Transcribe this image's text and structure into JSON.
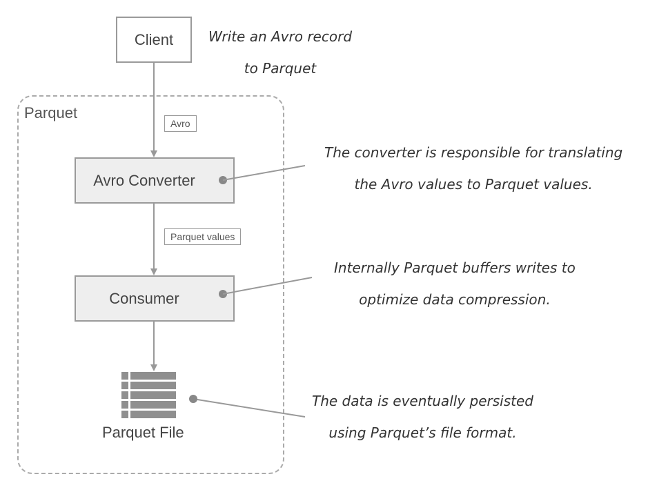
{
  "group": {
    "label": "Parquet"
  },
  "nodes": {
    "client": "Client",
    "avro_converter": "Avro Converter",
    "consumer": "Consumer",
    "parquet_file": "Parquet File"
  },
  "edge_labels": {
    "avro": "Avro",
    "parquet_values": "Parquet values"
  },
  "notes": {
    "top": [
      "Write an Avro record",
      "to Parquet"
    ],
    "converter": [
      "The converter is responsible for translating",
      "the Avro values to Parquet values."
    ],
    "consumer": [
      "Internally Parquet buffers writes to",
      "optimize data compression."
    ],
    "file": [
      "The data is eventually persisted",
      "using Parquet’s file format."
    ]
  },
  "colors": {
    "stroke": "#999999",
    "box_fill": "#eeeeee",
    "file_icon": "#8f8f8f"
  }
}
